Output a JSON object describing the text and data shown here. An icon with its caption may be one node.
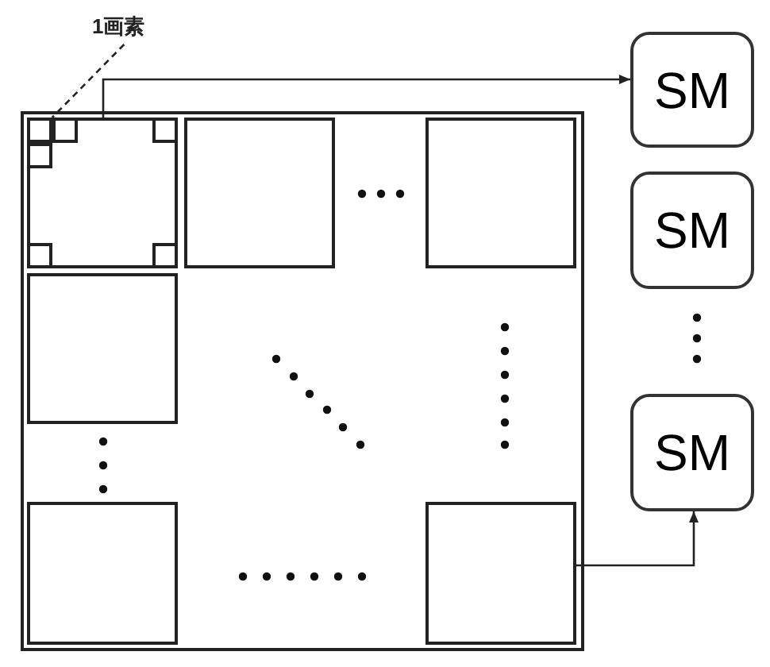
{
  "diagram": {
    "nodes": [
      {
        "text": [
          "1画素"
        ]
      },
      {
        "text": [],
        "shape": "box"
      },
      {
        "text": [],
        "shape": "box",
        "in": 1
      },
      {
        "text": [],
        "shape": "box",
        "in": 2
      },
      {
        "text": [],
        "shape": "box",
        "in": 2
      },
      {
        "text": [],
        "shape": "box",
        "in": 2
      },
      {
        "text": [],
        "shape": "box",
        "in": 2
      },
      {
        "text": [],
        "shape": "box",
        "in": 2
      },
      {
        "text": [],
        "shape": "box",
        "in": 2
      },
      {
        "text": [],
        "shape": "box",
        "in": 1
      },
      {
        "text": [],
        "shape": "box",
        "in": 1
      },
      {
        "text": [],
        "shape": "box",
        "in": 1
      },
      {
        "text": [],
        "shape": "box",
        "in": 1
      },
      {
        "text": [],
        "shape": "box",
        "in": 1
      },
      {
        "text": [
          "SM"
        ]
      },
      {
        "text": [
          "SM"
        ]
      },
      {
        "text": [
          "SM"
        ]
      }
    ],
    "edges": [
      {
        "from": 0,
        "to": 3,
        "arrow": "none",
        "style": "dashed"
      },
      {
        "from": 2,
        "to": 14,
        "arrow": "to"
      },
      {
        "from": 13,
        "to": 16,
        "arrow": "to"
      }
    ]
  }
}
